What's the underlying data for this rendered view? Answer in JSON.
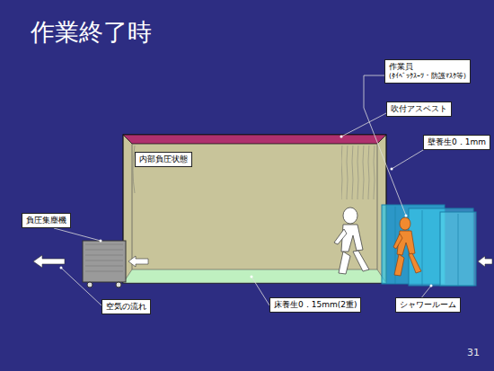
{
  "diagram": {
    "title": "作業終了時",
    "nodes": [
      {
        "text": [
          "作業員",
          "(ﾀｲﾍﾞｯｸｽｰﾂ・防護ﾏｽｸ等)"
        ]
      },
      {
        "text": [
          "吹付アスベスト"
        ]
      },
      {
        "text": [
          "壁養生0．1mm"
        ]
      },
      {
        "text": [
          "内部負圧状態"
        ]
      },
      {
        "text": [
          "負圧集塵機"
        ]
      },
      {
        "text": [
          "空気の流れ"
        ]
      },
      {
        "text": [
          "床養生0．15mm(2重)"
        ]
      },
      {
        "text": [
          "シャワールーム"
        ]
      }
    ],
    "labels": [
      "31"
    ]
  }
}
